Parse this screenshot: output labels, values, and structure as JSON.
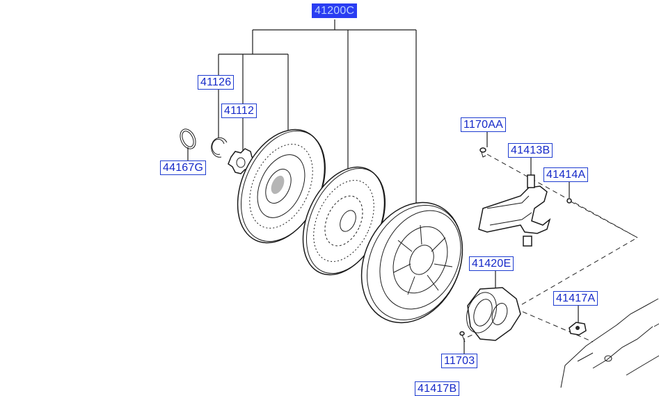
{
  "callouts": {
    "clutch_assembly": "41200C",
    "clutch_disc_outer": "41126",
    "clutch_disc_hub": "41112",
    "snap_ring": "44167G",
    "bolt_top": "1170AA",
    "release_fork": "41413B",
    "fork_pin": "41414A",
    "release_bearing": "41420E",
    "bearing_clip": "41417A",
    "bolt_bottom": "11703",
    "cut_off_bottom": "41417B"
  },
  "selected_callout": "clutch_assembly"
}
